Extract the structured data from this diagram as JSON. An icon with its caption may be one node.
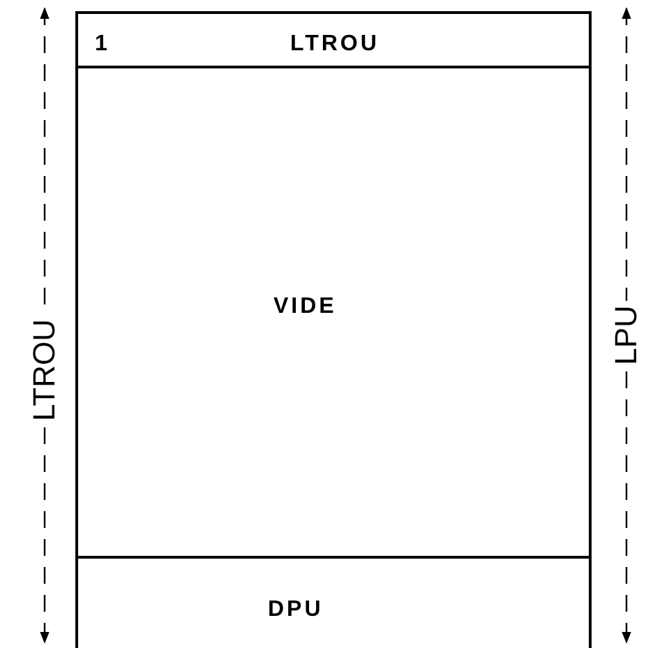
{
  "diagram": {
    "nodes": [
      {
        "text": [
          "1",
          "LTROU"
        ]
      },
      {
        "text": [
          "VIDE"
        ]
      },
      {
        "text": [
          "DPU"
        ]
      }
    ],
    "labels": [
      "LTROU",
      "LPU"
    ]
  }
}
